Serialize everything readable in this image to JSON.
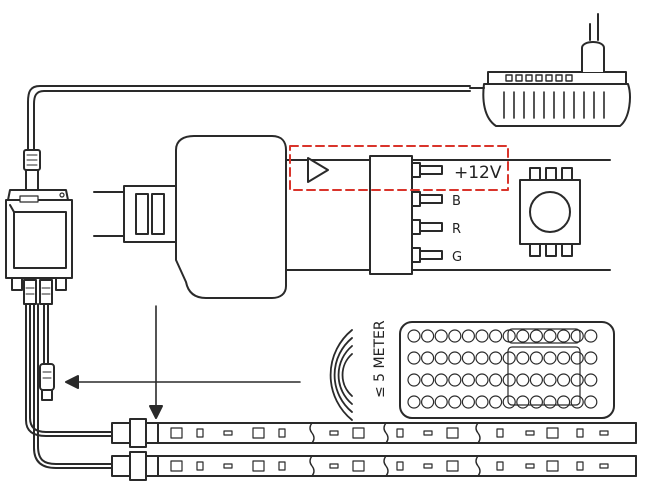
{
  "labels": {
    "pin_12v": "+12V",
    "pin_b": "B",
    "pin_r": "R",
    "pin_g": "G",
    "distance": "≤ 5 METER"
  },
  "colors": {
    "line": "#2a2a2a",
    "highlight": "#d9342b",
    "background": "#ffffff"
  },
  "icons": [
    "wall-plug-adapter-icon",
    "controller-box-icon",
    "ir-receiver-icon",
    "connector-plug-icon",
    "rgb-led-chip-icon",
    "ir-signal-waves-icon",
    "remote-control-icon",
    "led-strip-icon"
  ]
}
